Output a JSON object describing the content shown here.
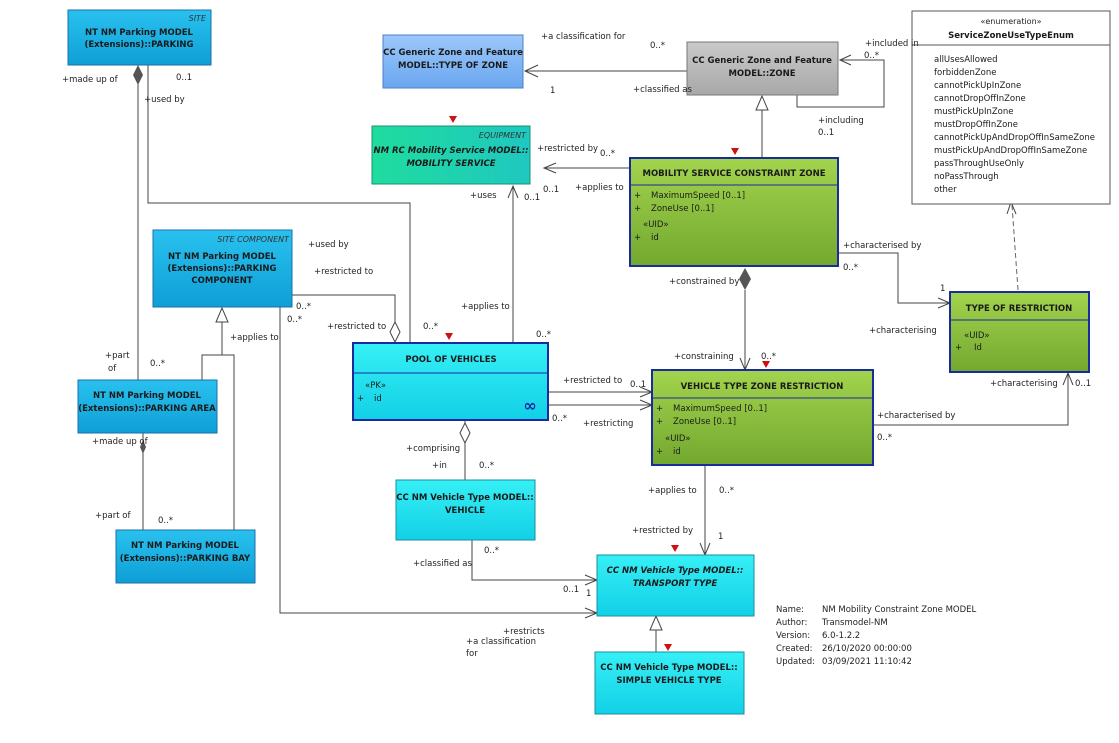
{
  "boxes": {
    "parking": {
      "stereotype": "SITE",
      "title1": "NT NM Parking MODEL",
      "title2": "(Extensions)::PARKING"
    },
    "parking_component": {
      "stereotype": "SITE COMPONENT",
      "title1": "NT NM Parking MODEL",
      "title2": "(Extensions)::PARKING",
      "title3": "COMPONENT"
    },
    "parking_area": {
      "title1": "NT NM Parking MODEL",
      "title2": "(Extensions)::PARKING AREA"
    },
    "parking_bay": {
      "title1": "NT NM Parking MODEL",
      "title2": "(Extensions)::PARKING BAY"
    },
    "type_of_zone": {
      "title1": "CC Generic Zone and Feature",
      "title2": "MODEL::TYPE OF ZONE"
    },
    "zone": {
      "title1": "CC Generic Zone and Feature",
      "title2": "MODEL::ZONE"
    },
    "mobility_service": {
      "stereotype": "EQUIPMENT",
      "title1": "NM RC Mobility Service MODEL::",
      "title2": "MOBILITY SERVICE"
    },
    "msc_zone": {
      "title": "MOBILITY SERVICE CONSTRAINT ZONE",
      "attr1": "MaximumSpeed [0..1]",
      "attr2": "ZoneUse [0..1]",
      "uid": "«UID»",
      "attr3": "id",
      "plus": "+"
    },
    "pool": {
      "title": "POOL OF VEHICLES",
      "pk": "«PK»",
      "attr1": "id",
      "plus": "+"
    },
    "vtzr": {
      "title": "VEHICLE TYPE ZONE RESTRICTION",
      "attr1": "MaximumSpeed [0..1]",
      "attr2": "ZoneUse [0..1]",
      "uid": "«UID»",
      "attr3": "id",
      "plus": "+"
    },
    "type_of_restriction": {
      "title": "TYPE OF RESTRICTION",
      "uid": "«UID»",
      "attr1": "Id",
      "plus": "+"
    },
    "vehicle": {
      "title1": "CC NM Vehicle Type MODEL::",
      "title2": "VEHICLE"
    },
    "transport_type": {
      "title1": "CC NM Vehicle Type MODEL::",
      "title2": "TRANSPORT TYPE"
    },
    "simple_vehicle_type": {
      "title1": "CC NM Vehicle Type MODEL::",
      "title2": "SIMPLE VEHICLE TYPE"
    },
    "enum": {
      "stereotype": "«enumeration»",
      "title": "ServiceZoneUseTypeEnum",
      "values": [
        "allUsesAllowed",
        "forbiddenZone",
        "cannotPickUpInZone",
        "cannotDropOffInZone",
        "mustPickUpInZone",
        "mustDropOffInZone",
        "cannotPickUpAndDropOffInSameZone",
        "mustPickUpAndDropOffInSameZone",
        "passThroughUseOnly",
        "noPassThrough",
        "other"
      ]
    }
  },
  "labels": {
    "made_up_of_1": "+made up of",
    "mult_01_parking": "0..1",
    "used_by_1": "+used by",
    "a_classification_for_1": "+a classification for",
    "mult_0star_zone": "0..*",
    "mult_1_toz": "1",
    "classified_as_1": "+classified as",
    "included_in": "+included in",
    "mult_0star_incl": "0..*",
    "including": "+including",
    "mult_01_incl": "0..1",
    "restricted_by_1": "+restricted by",
    "mult_0star_rb": "0..*",
    "applies_to_1": "+applies to",
    "mult_01_ms": "0..1",
    "mult_01_ms2": "0..1",
    "uses": "+uses",
    "characterised_by_1": "+characterised by",
    "mult_0star_cb1": "0..*",
    "mult_1_tor": "1",
    "used_by_2": "+used by",
    "restricted_to_1": "+restricted to",
    "mult_0star_pc1": "0..*",
    "mult_0star_pc2": "0..*",
    "restricted_to_2": "+restricted to",
    "mult_0star_pool": "0..*",
    "applies_to_2": "+applies to",
    "mult_0star_pool2": "0..*",
    "constrained_by": "+constrained by",
    "characterising_1": "+characterising",
    "applies_to_3": "+applies to",
    "part_of_1": "+part",
    "part_of_1b": "of",
    "mult_0star_pa": "0..*",
    "constraining": "+constraining",
    "mult_0star_cons": "0..*",
    "restricted_to_3": "+restricted to",
    "mult_01_vtzr": "0..1",
    "characterising_2": "+characterising",
    "mult_01_tor": "0..1",
    "mult_0star_pool3": "0..*",
    "restricting": "+restricting",
    "characterised_by_2": "+characterised by",
    "mult_0star_cb2": "0..*",
    "made_up_of_2": "+made up of",
    "comprising": "+comprising",
    "in": "+in",
    "mult_0star_veh": "0..*",
    "applies_to_4": "+applies to",
    "mult_0star_vtzr2": "0..*",
    "part_of_2": "+part of",
    "mult_0star_pb": "0..*",
    "restricted_by_2": "+restricted by",
    "mult_1_tt": "1",
    "classified_as_2": "+classified as",
    "mult_0star_veh2": "0..*",
    "mult_01_tt": "0..1",
    "mult_1_tt2": "1",
    "restricts": "+restricts",
    "a_classification_for_2a": "+a classification",
    "a_classification_for_2b": "for"
  },
  "metadata": {
    "name_label": "Name:",
    "name_value": "NM Mobility Constraint Zone MODEL",
    "author_label": "Author:",
    "author_value": "Transmodel-NM",
    "version_label": "Version:",
    "version_value": "6.0-1.2.2",
    "created_label": "Created:",
    "created_value": "26/10/2020 00:00:00",
    "updated_label": "Updated:",
    "updated_value": "03/09/2021 11:10:42"
  },
  "colors": {
    "blue": "#1ab3e6",
    "light_blue": "#7fb5f5",
    "gray": "#b8b8b8",
    "teal": "#1fd6a8",
    "green": "#8ec63f",
    "cyan": "#22e3f0",
    "navy_border": "#1a2b9e",
    "arrow_red": "#cc1111"
  }
}
